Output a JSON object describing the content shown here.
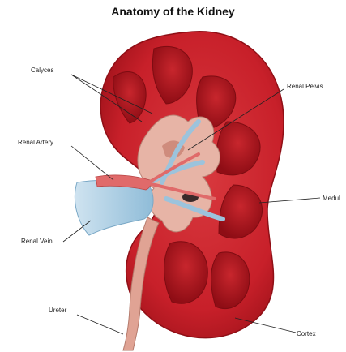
{
  "title": "Anatomy of the Kidney",
  "labels": {
    "calyces": "Calyces",
    "renal_pelvis": "Renal Pelvis",
    "renal_artery": "Renal Artery",
    "medulla": "Medul",
    "renal_vein": "Renal Vein",
    "ureter": "Ureter",
    "cortex": "Cortex"
  },
  "colors": {
    "cortex": "#c8202a",
    "cortex_edge": "#b0171f",
    "pyramid": "#a8121b",
    "pelvis": "#e9b7a8",
    "vessel_blue": "#9cc6de",
    "artery": "#e06a6a",
    "ureter": "#e0a394"
  }
}
